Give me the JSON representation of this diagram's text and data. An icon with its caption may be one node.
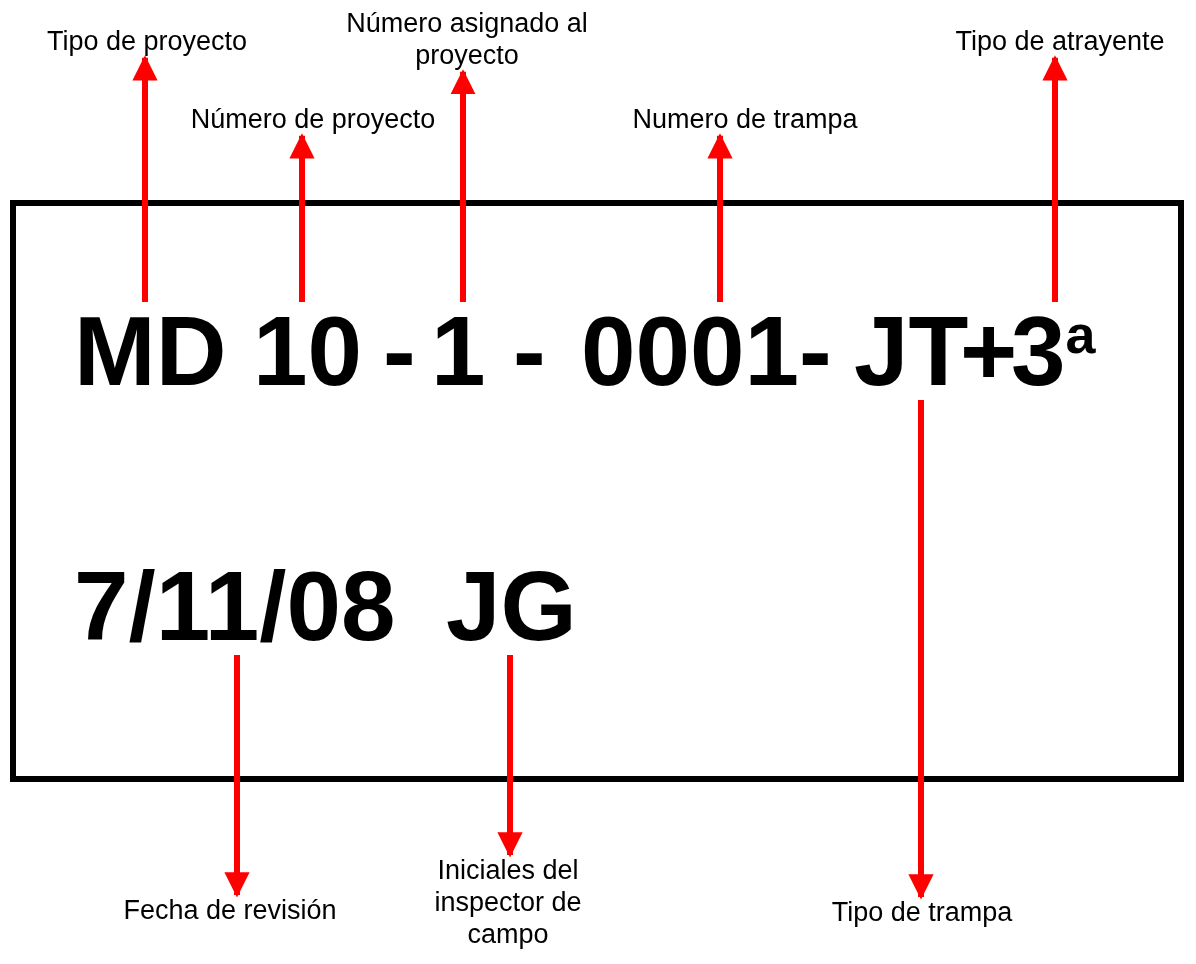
{
  "diagram": {
    "nodes": [
      {
        "text": [],
        "shape": "box"
      },
      {
        "text": [
          "MD"
        ],
        "in": 0
      },
      {
        "text": [
          "10"
        ],
        "in": 0
      },
      {
        "text": [
          "1"
        ],
        "in": 0
      },
      {
        "text": [
          "0001"
        ],
        "in": 0
      },
      {
        "text": [
          "JT"
        ],
        "in": 0
      },
      {
        "text": [
          "3$^{a}$"
        ],
        "in": 0
      },
      {
        "text": [
          "7/11/08"
        ],
        "in": 0
      },
      {
        "text": [
          "JG"
        ],
        "in": 0
      },
      {
        "text": [
          "Tipo de proyecto"
        ]
      },
      {
        "text": [
          "Número de proyecto"
        ]
      },
      {
        "text": [
          "Número asignado al proyecto"
        ]
      },
      {
        "text": [
          "Numero de trampa"
        ]
      },
      {
        "text": [
          "Tipo de atrayente"
        ]
      },
      {
        "text": [
          "Tipo de trampa"
        ]
      },
      {
        "text": [
          "Fecha de revisión"
        ]
      },
      {
        "text": [
          "Iniciales del inspector de campo"
        ]
      }
    ],
    "edges": [
      {
        "from": 1,
        "to": 9,
        "arrow": "to"
      },
      {
        "from": 2,
        "to": 10,
        "arrow": "to"
      },
      {
        "from": 3,
        "to": 11,
        "arrow": "to"
      },
      {
        "from": 4,
        "to": 12,
        "arrow": "to"
      },
      {
        "from": 6,
        "to": 13,
        "arrow": "to"
      },
      {
        "from": 5,
        "to": 14,
        "arrow": "to"
      },
      {
        "from": 7,
        "to": 15,
        "arrow": "to"
      },
      {
        "from": 8,
        "to": 16,
        "arrow": "to"
      }
    ],
    "labels": [
      "-",
      "-",
      "-",
      "+"
    ]
  }
}
